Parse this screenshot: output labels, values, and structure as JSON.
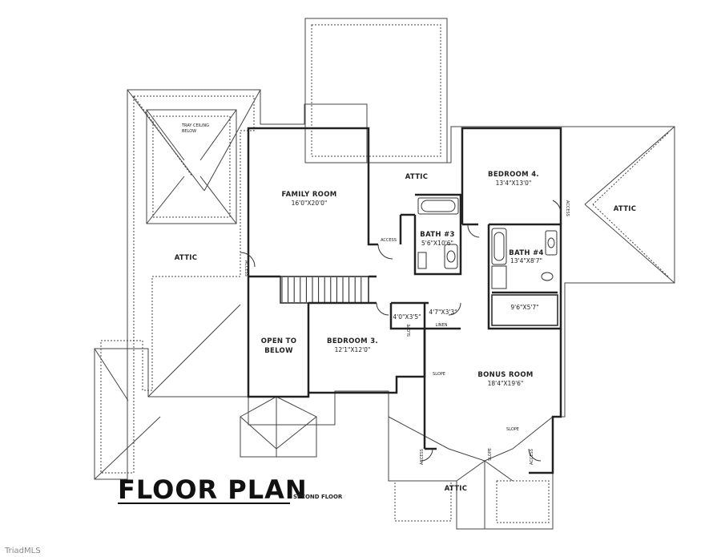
{
  "plan": {
    "title": "FLOOR PLAN",
    "subtitle": "SECOND FLOOR",
    "watermark": "TriadMLS",
    "rooms": {
      "family_room": {
        "name": "FAMILY ROOM",
        "dims": "16'0\"X20'0\""
      },
      "bedroom4": {
        "name": "BEDROOM 4.",
        "dims": "13'4\"X13'0\""
      },
      "bath3": {
        "name": "BATH #3",
        "dims": "5'6\"X10'6\""
      },
      "bath4": {
        "name": "BATH #4",
        "dims": "13'4\"X8'7\""
      },
      "closet_95": {
        "dims": "9'6\"X5'7\""
      },
      "open_to_below": {
        "line1": "OPEN TO",
        "line2": "BELOW"
      },
      "bedroom3": {
        "name": "BEDROOM 3.",
        "dims": "12'1\"X12'0\""
      },
      "bonus_room": {
        "name": "BONUS ROOM",
        "dims": "18'4\"X19'6\""
      },
      "closet_40": {
        "dims": "4'0\"X3'5\""
      },
      "closet_47": {
        "dims": "4'7\"X3'3\""
      },
      "linen": {
        "name": "LINEN"
      }
    },
    "attic_label": "ATTIC",
    "access_label": "ACCESS",
    "tray_ceiling": {
      "line1": "TRAY CEILING",
      "line2": "BELOW"
    },
    "slope_label": "SLOPE"
  }
}
